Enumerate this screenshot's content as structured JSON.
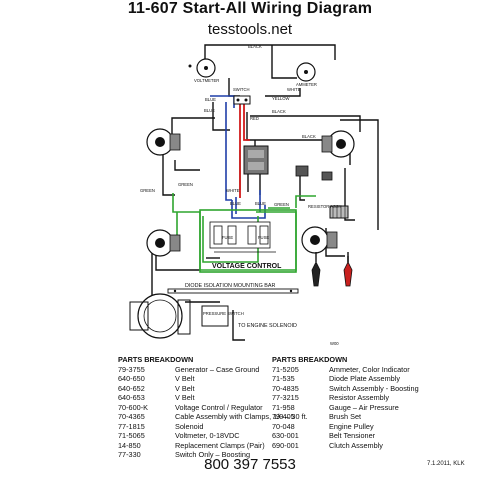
{
  "header": {
    "title": "11-607 Start-All Wiring Diagram",
    "website": "tesstools.net"
  },
  "diagram_labels": {
    "black_top": "BLACK",
    "ammeter": "AMMETER",
    "voltmeter": "VOLTMETER",
    "blue": "BLUE",
    "blue2": "BLUE",
    "white": "WHITE",
    "switch": "SWITCH",
    "yellow": "YELLOW",
    "black_mid": "BLACK",
    "red": "RED",
    "black_right": "BLACK",
    "green_left": "GREEN",
    "green_left2": "GREEN",
    "white_mid": "WHITE",
    "green_mid": "GREEN",
    "blue_mid": "BLUE",
    "blue_mid2": "BLUE",
    "resistor_assy": "RESISTOR ASSY",
    "fuse1": "FUSE",
    "fuse2": "FUSE",
    "voltage_control": "VOLTAGE CONTROL",
    "diode_bar": "DIODE ISOLATION MOUNTING BAR",
    "pressure_switch": "PRESSURE SWITCH",
    "to_engine_solenoid": "TO ENGINE SOLENOID",
    "w00": "W00"
  },
  "parts_left": {
    "heading": "PARTS BREAKDOWN",
    "rows": [
      {
        "pn": "79-3755",
        "desc": "Generator – Case Ground"
      },
      {
        "pn": "640-650",
        "desc": "V Belt"
      },
      {
        "pn": "640-652",
        "desc": "V Belt"
      },
      {
        "pn": "640-653",
        "desc": "V Belt"
      },
      {
        "pn": "70-600-K",
        "desc": "Voltage Control / Regulator"
      },
      {
        "pn": "70-4365",
        "desc": "Cable Assembly with Clamps, 1/0 – 30 ft."
      },
      {
        "pn": "77-1815",
        "desc": "Solenoid"
      },
      {
        "pn": "71-5065",
        "desc": "Voltmeter, 0-18VDC"
      },
      {
        "pn": "14-850",
        "desc": "Replacement Clamps (Pair)"
      },
      {
        "pn": "77-330",
        "desc": "Switch Only – Boosting"
      }
    ]
  },
  "parts_right": {
    "heading": "PARTS BREAKDOWN",
    "rows": [
      {
        "pn": "71-5205",
        "desc": "Ammeter, Color Indicator"
      },
      {
        "pn": "71-535",
        "desc": "Diode Plate Assembly"
      },
      {
        "pn": "70-4835",
        "desc": "Switch Assembly - Boosting"
      },
      {
        "pn": "77-3215",
        "desc": "Resistor Assembly"
      },
      {
        "pn": "71-958",
        "desc": "Gauge – Air Pressure"
      },
      {
        "pn": "79-405",
        "desc": "Brush Set"
      },
      {
        "pn": "70-048",
        "desc": "Engine Pulley"
      },
      {
        "pn": "630-001",
        "desc": "Belt Tensioner"
      },
      {
        "pn": "690-001",
        "desc": "Clutch Assembly"
      }
    ]
  },
  "footer": {
    "phone": "800 397 7553",
    "date": "7.1.2011, KLK"
  },
  "colors": {
    "wire_black": "#111111",
    "wire_blue": "#1f3ea8",
    "wire_red": "#d11a1a",
    "wire_green": "#2fa52f",
    "clamp_red": "#c8201e",
    "clamp_black": "#222222"
  }
}
